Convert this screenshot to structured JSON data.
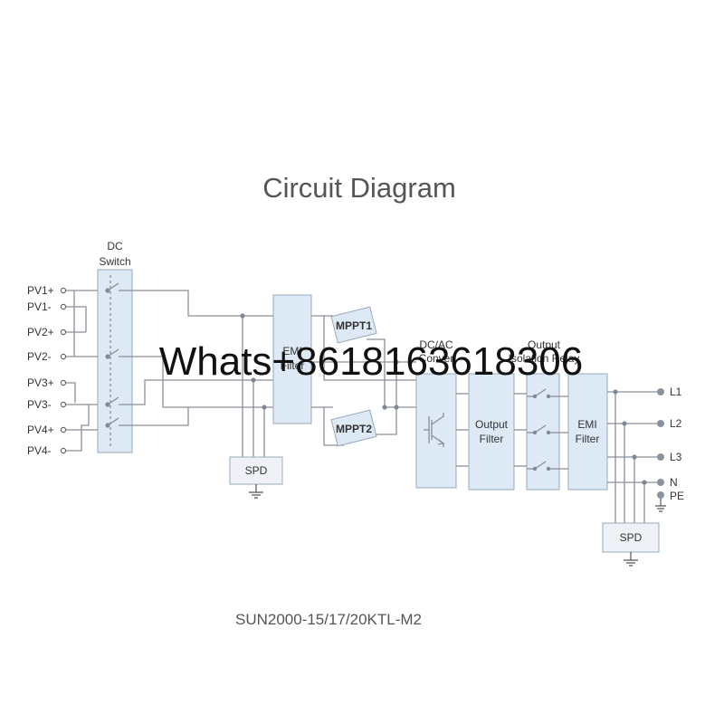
{
  "diagram": {
    "title": "Circuit Diagram",
    "model": "SUN2000-15/17/20KTL-M2",
    "dc_switch": {
      "line1": "DC",
      "line2": "Switch"
    },
    "pv_inputs": [
      "PV1+",
      "PV1-",
      "PV2+",
      "PV2-",
      "PV3+",
      "PV3-",
      "PV4+",
      "PV4-"
    ],
    "input_emi_filter": {
      "line1": "EMI",
      "line2": "Filter"
    },
    "mppt": [
      "MPPT1",
      "MPPT2"
    ],
    "dc_ac_converter": {
      "line1": "DC/AC",
      "line2": "Conver"
    },
    "output_isolation_relay": {
      "line1": "Output",
      "line2": "Isolation Relay"
    },
    "output_filter": {
      "line1": "Output",
      "line2": "Filter"
    },
    "output_emi_filter": {
      "line1": "EMI",
      "line2": "Filter"
    },
    "spd_left": "SPD",
    "spd_right": "SPD",
    "ac_outputs": [
      "L1",
      "L2",
      "L3",
      "N",
      "PE"
    ]
  },
  "watermark": "Whats+8618163618306"
}
